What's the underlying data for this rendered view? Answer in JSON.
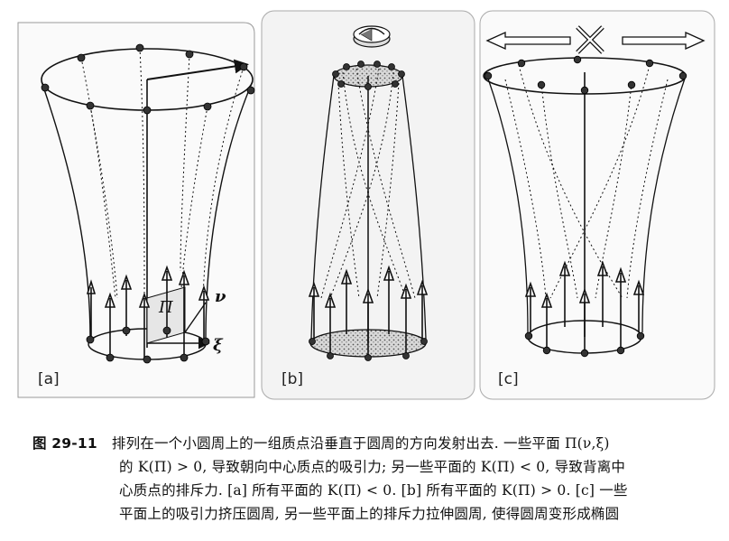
{
  "figure": {
    "panels": [
      {
        "label": "[a]"
      },
      {
        "label": "[b]"
      },
      {
        "label": "[c]"
      }
    ],
    "annotations": {
      "plane": "Π",
      "nu": "ν",
      "xi": "ξ"
    }
  },
  "caption": {
    "fig_number": "图 29-11",
    "lines": [
      "排列在一个小圆周上的一组质点沿垂直于圆周的方向发射出去. 一些平面 Π(ν,ξ)",
      "的 K(Π) > 0, 导致朝向中心质点的吸引力; 另一些平面的 K(Π) < 0, 导致背离中",
      "心质点的排斥力. [a] 所有平面的 K(Π) < 0. [b] 所有平面的 K(Π) > 0. [c] 一些",
      "平面上的吸引力挤压圆周, 另一些平面上的排斥力拉伸圆周, 使得圆周变形成椭圆"
    ]
  }
}
